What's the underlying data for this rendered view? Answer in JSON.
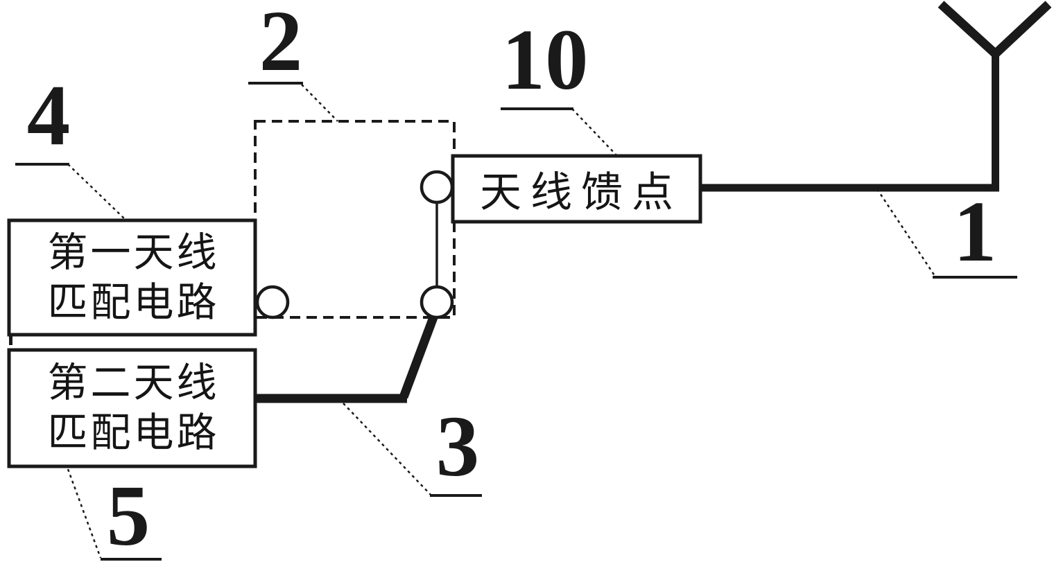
{
  "diagram": {
    "title": "antenna-switching-circuit-patent-figure",
    "colors": {
      "background": "#ffffff",
      "ink": "#1a1a1a"
    },
    "callouts": [
      {
        "id": "antenna",
        "number": "1"
      },
      {
        "id": "switch-module",
        "number": "2"
      },
      {
        "id": "switch-arm",
        "number": "3"
      },
      {
        "id": "first-matching-circuit",
        "number": "4"
      },
      {
        "id": "second-matching-circuit",
        "number": "5"
      },
      {
        "id": "antenna-feed-point",
        "number": "10"
      }
    ],
    "boxes": {
      "first_matching": {
        "lines": [
          "第一天线",
          "匹配电路"
        ]
      },
      "second_matching": {
        "lines": [
          "第二天线",
          "匹配电路"
        ]
      },
      "feed_point": {
        "text": "天线馈点"
      }
    },
    "icons": {
      "antenna_symbol": "antenna-icon",
      "switch_contact": "contact-circle-icon"
    }
  }
}
